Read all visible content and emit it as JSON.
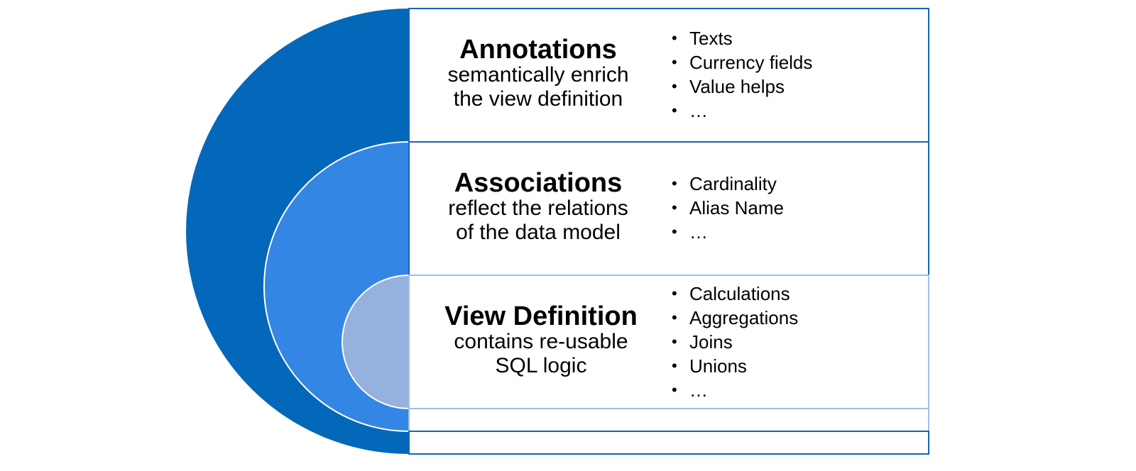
{
  "colors": {
    "outer_ring": "#0368b9",
    "middle_ring": "#3386e3",
    "inner_circle": "#95b2de",
    "panel_border_dark": "#1566b8",
    "panel_border_light": "#9fbfe6"
  },
  "layers": [
    {
      "id": "annotations",
      "title": "Annotations",
      "description": [
        "semantically enrich",
        "the view definition"
      ],
      "bullets": [
        "Texts",
        "Currency fields",
        "Value helps",
        "…"
      ]
    },
    {
      "id": "associations",
      "title": "Associations",
      "description": [
        "reflect the relations",
        "of the data model"
      ],
      "bullets": [
        "Cardinality",
        "Alias Name",
        "…"
      ]
    },
    {
      "id": "view-definition",
      "title": "View Definition",
      "description": [
        "contains re-usable",
        "SQL logic"
      ],
      "bullets": [
        "Calculations",
        "Aggregations",
        "Joins",
        "Unions",
        "…"
      ]
    }
  ]
}
